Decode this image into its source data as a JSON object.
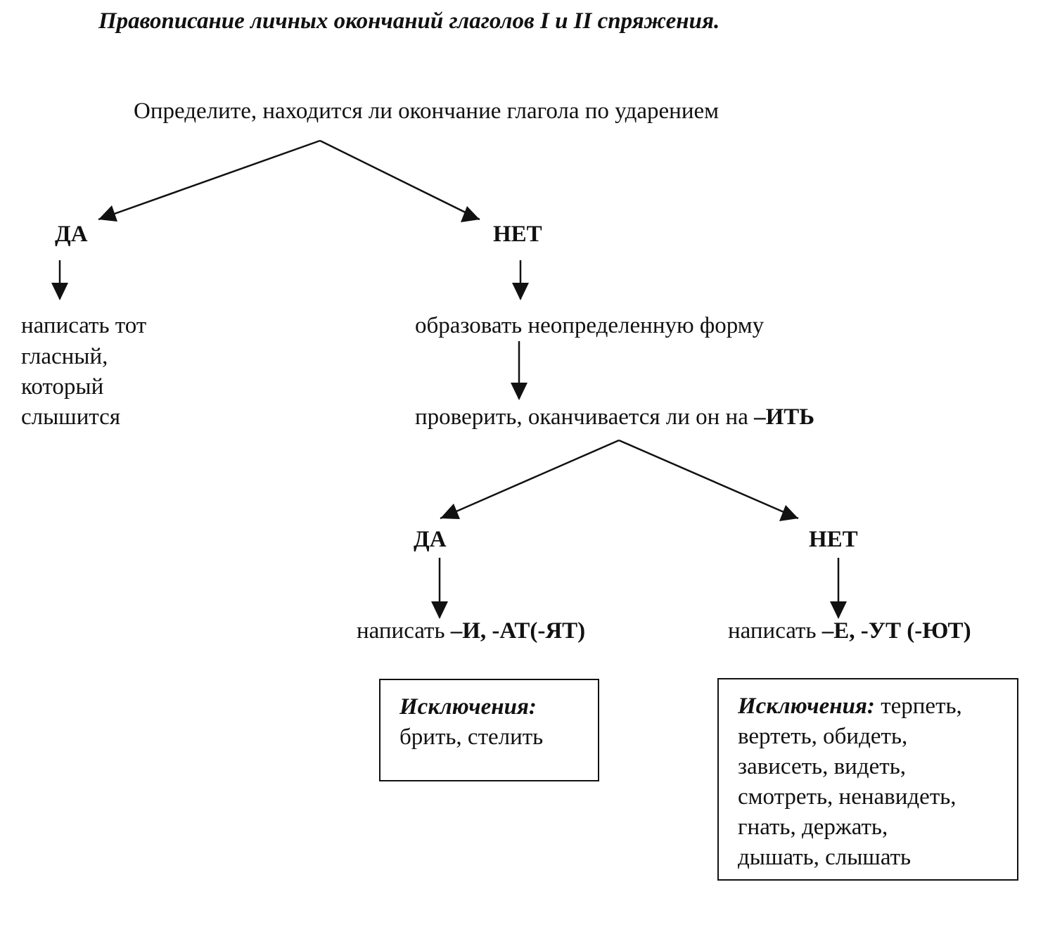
{
  "title": "Правописание личных окончаний глаголов I и  II спряжения.",
  "root": "Определите, находится ли окончание глагола по ударением",
  "branch1": {
    "yes_label": "ДА",
    "no_label": "НЕТ",
    "yes_result": [
      "написать тот",
      "гласный,",
      "который",
      "слышится"
    ],
    "no_step1": "образовать неопределенную форму",
    "no_step2_prefix": "проверить, оканчивается ли он на ",
    "no_step2_suffix": "–ИТЬ"
  },
  "branch2": {
    "yes_label": "ДА",
    "no_label": "НЕТ",
    "yes_result_prefix": "написать ",
    "yes_result_suffix": "–И, -АТ(-ЯТ)",
    "no_result_prefix": "написать ",
    "no_result_suffix": "–Е, -УТ (-ЮТ)"
  },
  "exceptions_left": {
    "heading": "Исключения:",
    "text": "брить, стелить"
  },
  "exceptions_right": {
    "heading": "Исключения:",
    "first_line_rest": " терпеть,",
    "lines": [
      "вертеть, обидеть,",
      "зависеть, видеть,",
      "смотреть, ненавидеть,",
      "гнать, держать,",
      "дышать, слышать"
    ]
  }
}
